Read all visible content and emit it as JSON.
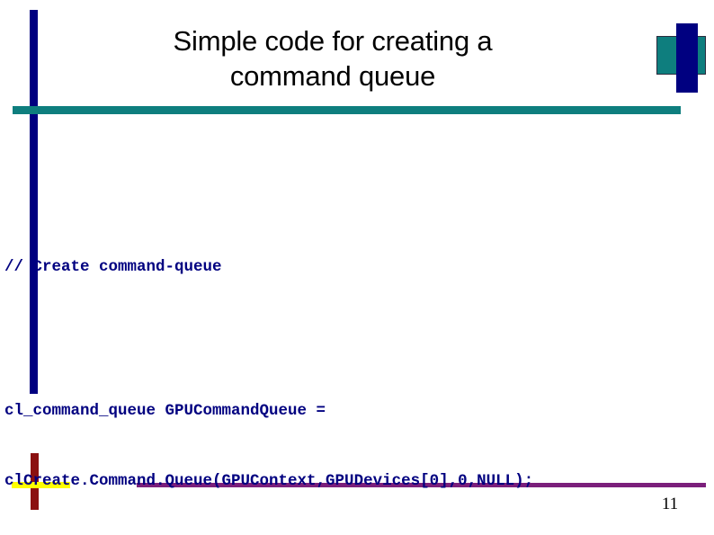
{
  "slide": {
    "title": {
      "lines": [
        "Simple code for creating a",
        "command queue"
      ]
    },
    "code": {
      "comment_line": "// Create command-queue",
      "declaration_line": "cl_command_queue GPUCommandQueue =",
      "call_line": "clCreate.Command.Queue(GPUContext,GPUDevices[0],0,NULL);"
    },
    "page_number": "11",
    "colors": {
      "navy": "#000080",
      "teal": "#0e7e7e",
      "dark_red": "#8b1010",
      "yellow": "#ffff00",
      "purple": "#7b1f7b",
      "title_text": "#000000",
      "code_text": "#000080",
      "background": "#ffffff"
    },
    "decorations": [
      "navy-vertical-bar-left",
      "teal-horizontal-rule",
      "teal-square-top-right",
      "navy-vertical-bar-top-right",
      "dark-red-vertical-bar-bottom-left",
      "yellow-horizontal-rule-bottom-left",
      "purple-horizontal-rule-bottom"
    ]
  }
}
